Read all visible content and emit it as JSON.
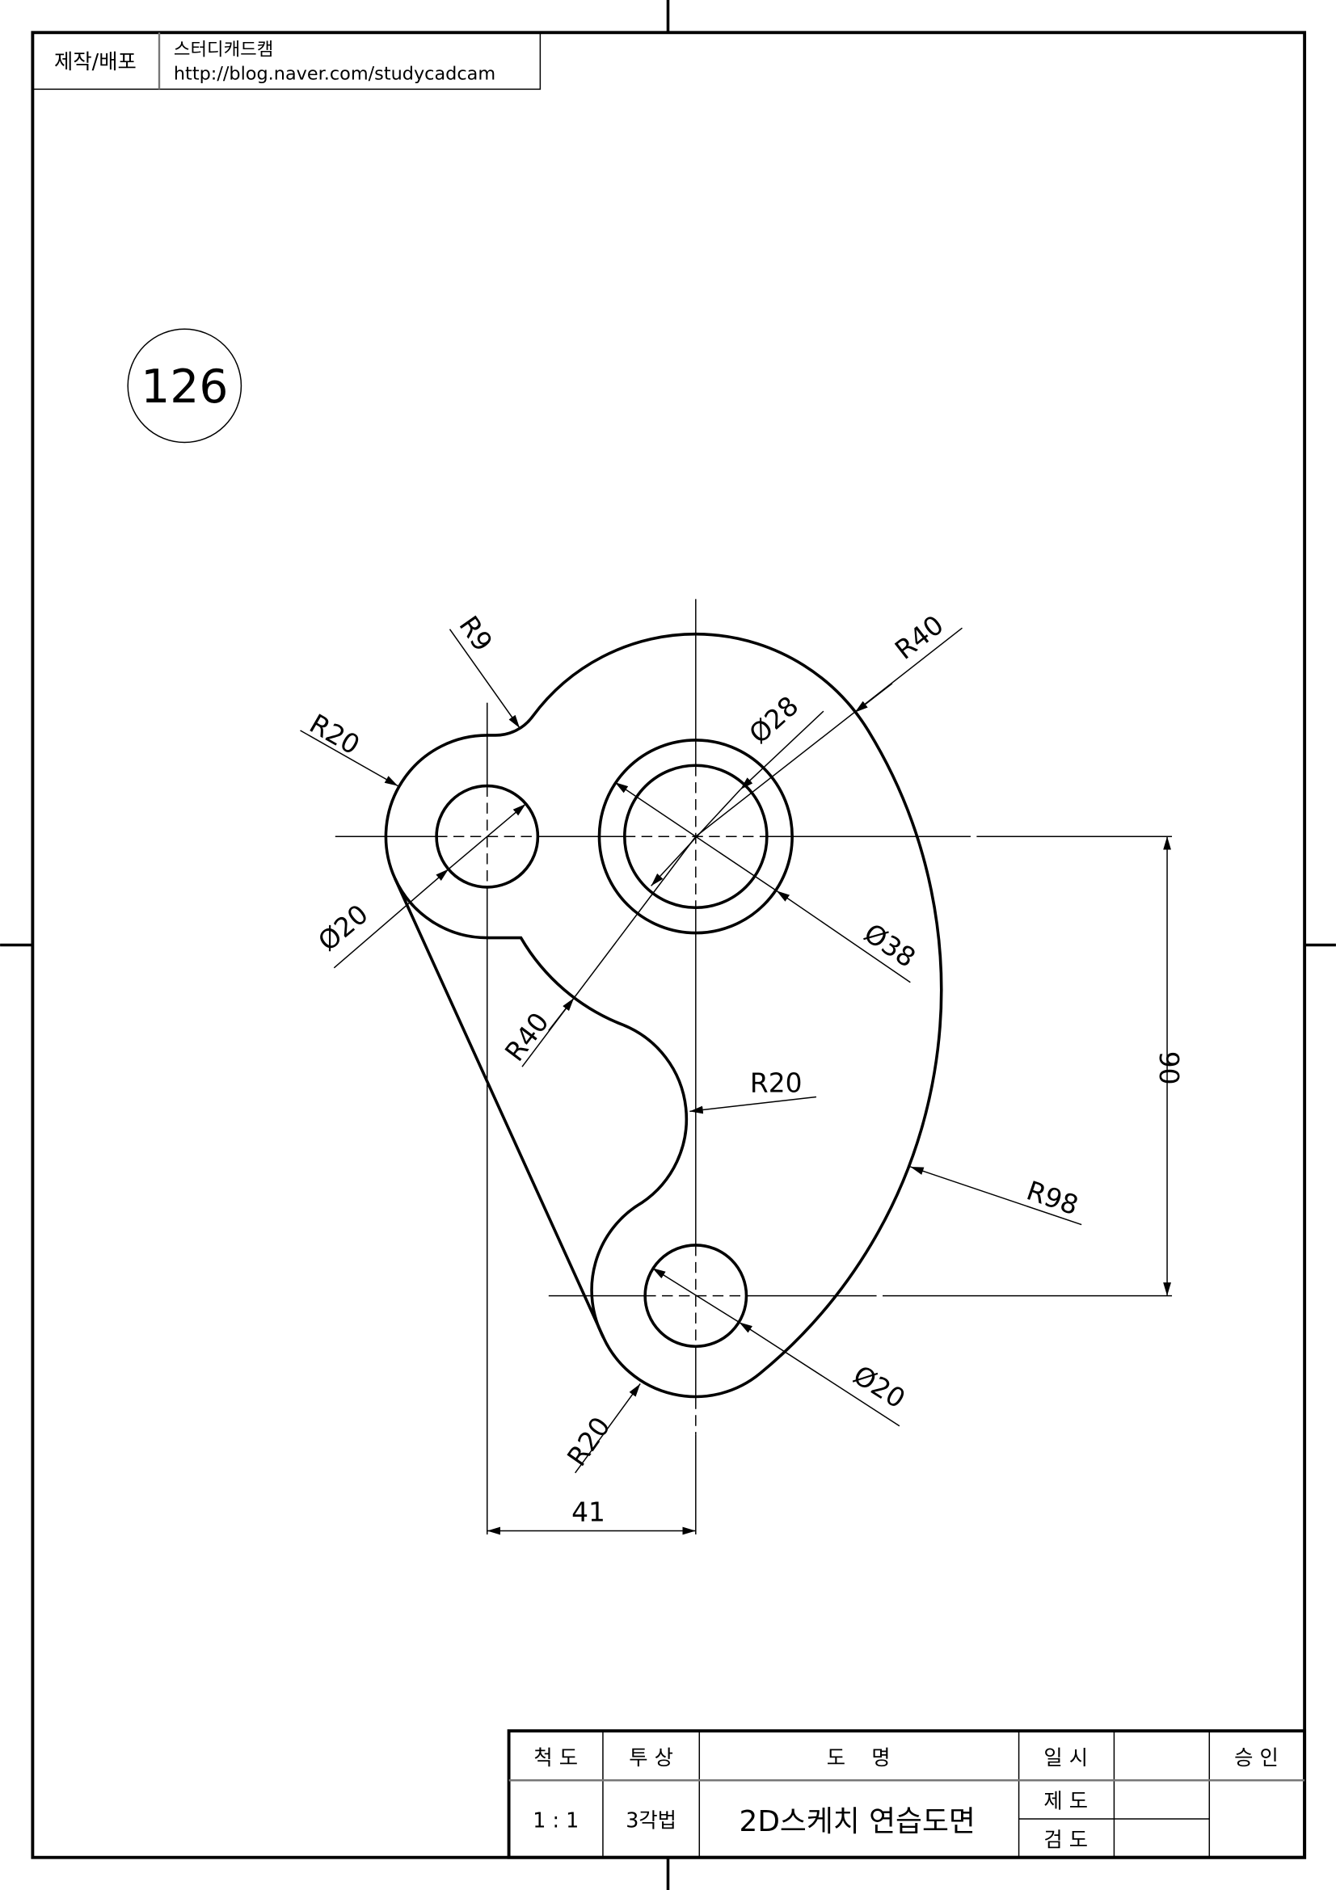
{
  "header": {
    "label": "제작/배포",
    "studio": "스터디캐드캠",
    "url": "http://blog.naver.com/studycadcam"
  },
  "drawing_number": "126",
  "dimensions": {
    "r9": "R9",
    "r20_left": "R20",
    "dia20_left": "Ø20",
    "dia28": "Ø28",
    "r40_top": "R40",
    "dia38": "Ø38",
    "r40_inner": "R40",
    "r20_mid": "R20",
    "r98": "R98",
    "dia20_bottom": "Ø20",
    "r20_bottom": "R20",
    "horiz_41": "41",
    "vert_90": "90"
  },
  "title_block": {
    "scale_label": "척 도",
    "projection_label": "투 상",
    "name_label": "도    명",
    "date_label": "일 시",
    "approval_label": "승 인",
    "scale_value": "1 : 1",
    "projection_value": "3각법",
    "drawing_name": "2D스케치 연습도면",
    "drafted_label": "제 도",
    "checked_label": "검 도"
  }
}
